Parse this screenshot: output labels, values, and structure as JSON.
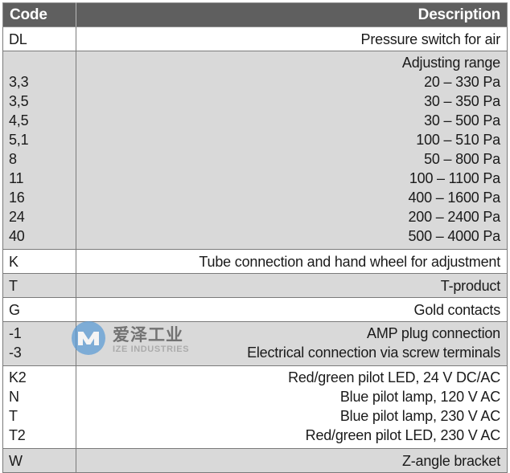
{
  "table": {
    "header": {
      "code": "Code",
      "description": "Description"
    },
    "rows": [
      {
        "code_lines": [
          "DL"
        ],
        "desc_lines": [
          "Pressure switch for air"
        ],
        "shade": "white",
        "kind": "single"
      },
      {
        "code_lines": [
          "3,3",
          "3,5",
          "4,5",
          "5,1",
          "8",
          "11",
          "16",
          "24",
          "40"
        ],
        "desc_lines": [
          "Adjusting range",
          "20 – 330 Pa",
          "30 – 350 Pa",
          "30 – 500 Pa",
          "100 – 510 Pa",
          "50 – 800 Pa",
          "100 – 1100 Pa",
          "400 – 1600 Pa",
          "200 – 2400 Pa",
          "500 – 4000 Pa"
        ],
        "code_leading_blank": true,
        "shade": "gray",
        "kind": "block"
      },
      {
        "code_lines": [
          "K"
        ],
        "desc_lines": [
          "Tube connection and hand wheel for adjustment"
        ],
        "shade": "white",
        "kind": "single"
      },
      {
        "code_lines": [
          "T"
        ],
        "desc_lines": [
          "T-product"
        ],
        "shade": "gray",
        "kind": "single"
      },
      {
        "code_lines": [
          "G"
        ],
        "desc_lines": [
          "Gold contacts"
        ],
        "shade": "white",
        "kind": "single"
      },
      {
        "code_lines": [
          "-1",
          "-3"
        ],
        "desc_lines": [
          "AMP plug connection",
          "Electrical connection via screw terminals"
        ],
        "shade": "gray",
        "kind": "block"
      },
      {
        "code_lines": [
          "K2",
          "N",
          "T",
          "T2"
        ],
        "desc_lines": [
          "Red/green pilot LED, 24 V DC/AC",
          "Blue pilot lamp, 120 V AC",
          "Blue pilot lamp, 230 V AC",
          "Red/green pilot LED, 230 V AC"
        ],
        "shade": "white",
        "kind": "block"
      },
      {
        "code_lines": [
          "W"
        ],
        "desc_lines": [
          "Z-angle bracket"
        ],
        "shade": "gray",
        "kind": "single"
      }
    ]
  },
  "watermark": {
    "chinese": "爱泽工业",
    "english": "IZE INDUSTRIES",
    "logo_color": "#5b9bd5"
  },
  "colors": {
    "header_bg": "#5f5f5f",
    "header_text": "#ffffff",
    "row_gray": "#d9d9d9",
    "row_white": "#ffffff",
    "border": "#7a7a7a",
    "text": "#1a1a1a"
  }
}
